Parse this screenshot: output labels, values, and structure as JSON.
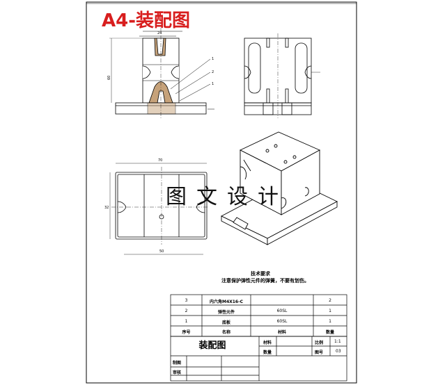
{
  "title": "A4-装配图",
  "watermark": "图文设计",
  "tech_notes": {
    "heading": "技术要求",
    "line": "注意保护弹性元件的弹簧，不要有划伤。"
  },
  "bom": {
    "rows": [
      {
        "no": "3",
        "name": "内六角M4X16-C",
        "material": "",
        "qty": "2"
      },
      {
        "no": "2",
        "name": "弹性元件",
        "material": "60SL",
        "qty": "1"
      },
      {
        "no": "1",
        "name": "底板",
        "material": "60SL",
        "qty": "1"
      }
    ],
    "header": {
      "no": "序号",
      "name": "名称",
      "material": "材料",
      "qty": "数量"
    }
  },
  "title_block": {
    "drawing_name": "装配图",
    "material_label": "材料",
    "scale_label": "比例",
    "scale_value": "1:1",
    "quantity_label": "数量",
    "drawing_no_label": "图号",
    "drawing_no_value": "03",
    "drawn_label": "制图",
    "checked_label": "审核"
  },
  "dimensions": {
    "front_width": "24",
    "front_height": "60",
    "top_width": "70",
    "top_height": "32",
    "top_bottom": "50"
  },
  "leaders": [
    "1",
    "2",
    "1"
  ]
}
